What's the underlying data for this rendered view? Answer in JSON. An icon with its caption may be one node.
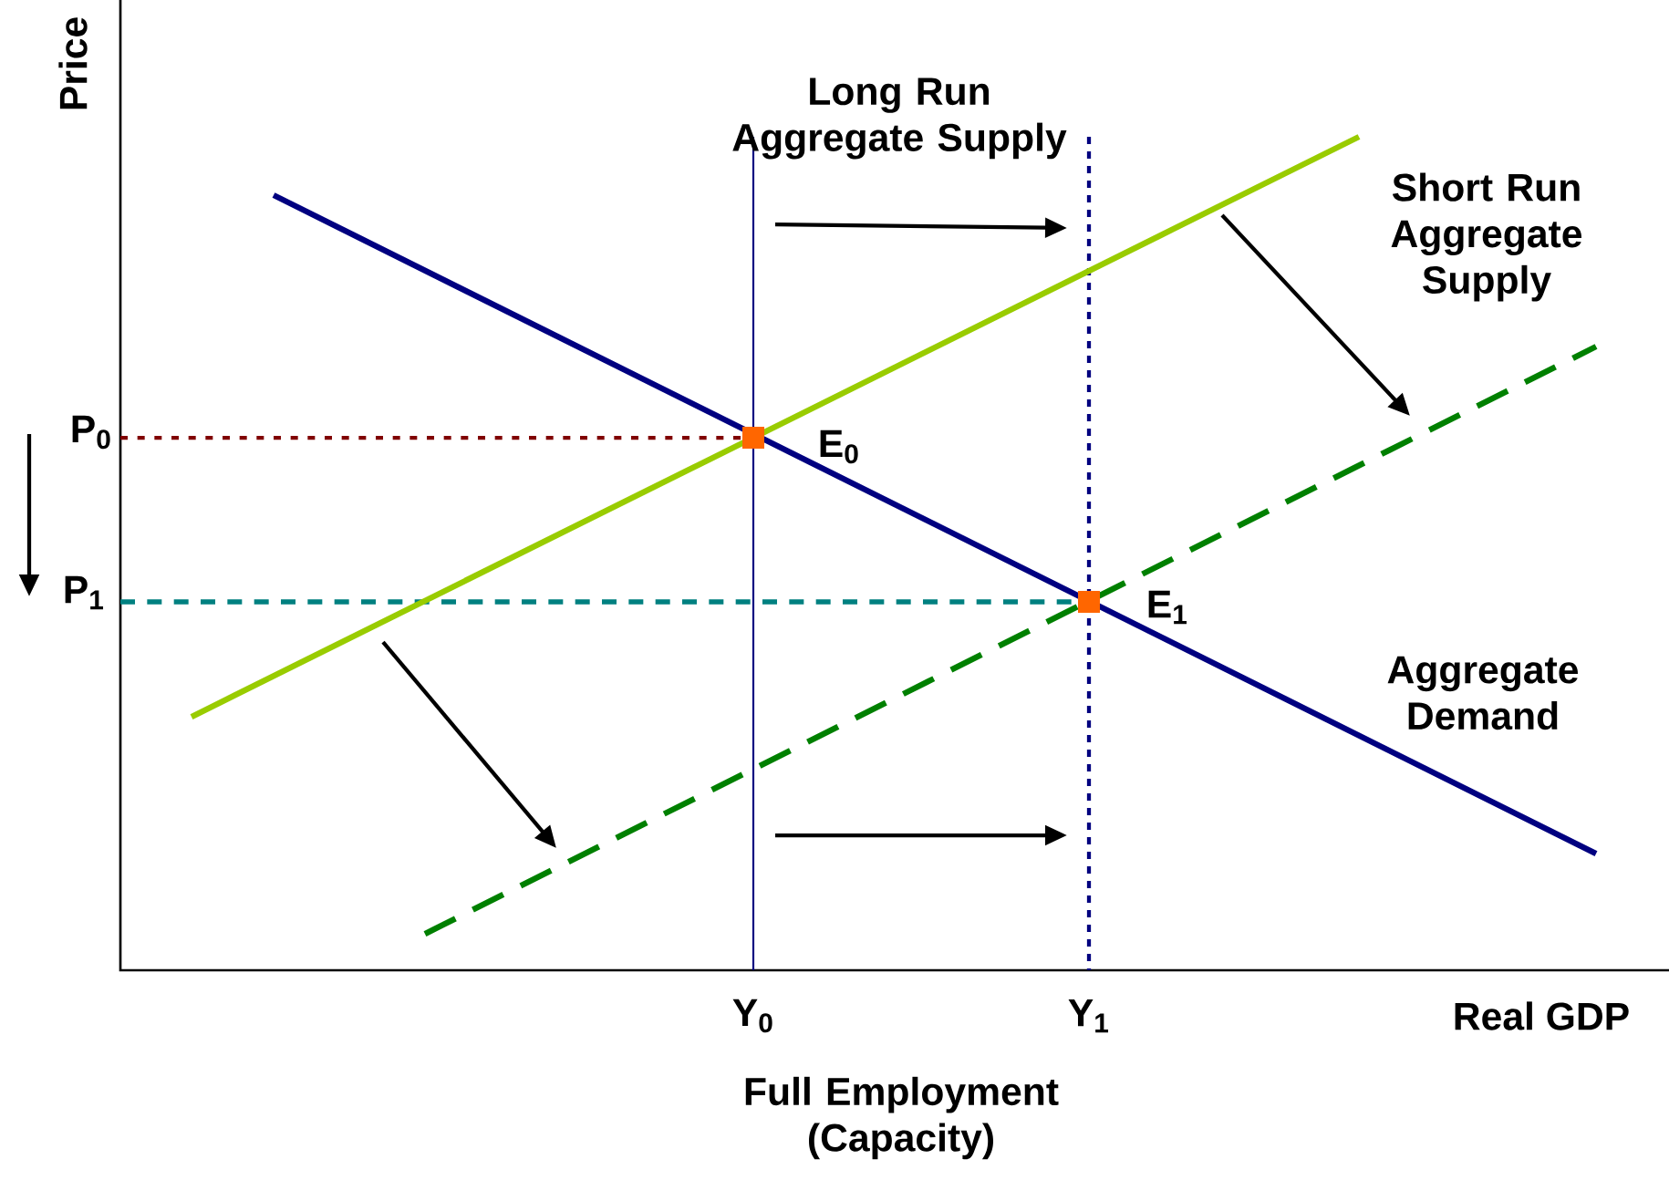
{
  "diagram": {
    "labels": [
      "Price",
      "Long Run Aggregate Supply",
      "Short Run Aggregate Supply",
      "P$_{0}$",
      "E$_{0}$",
      "P$_{1}$",
      "E$_{1}$",
      "Aggregate Demand",
      "Y$_{0}$",
      "Y$_{1}$",
      "Real GDP",
      "Full Employment (Capacity)"
    ]
  }
}
